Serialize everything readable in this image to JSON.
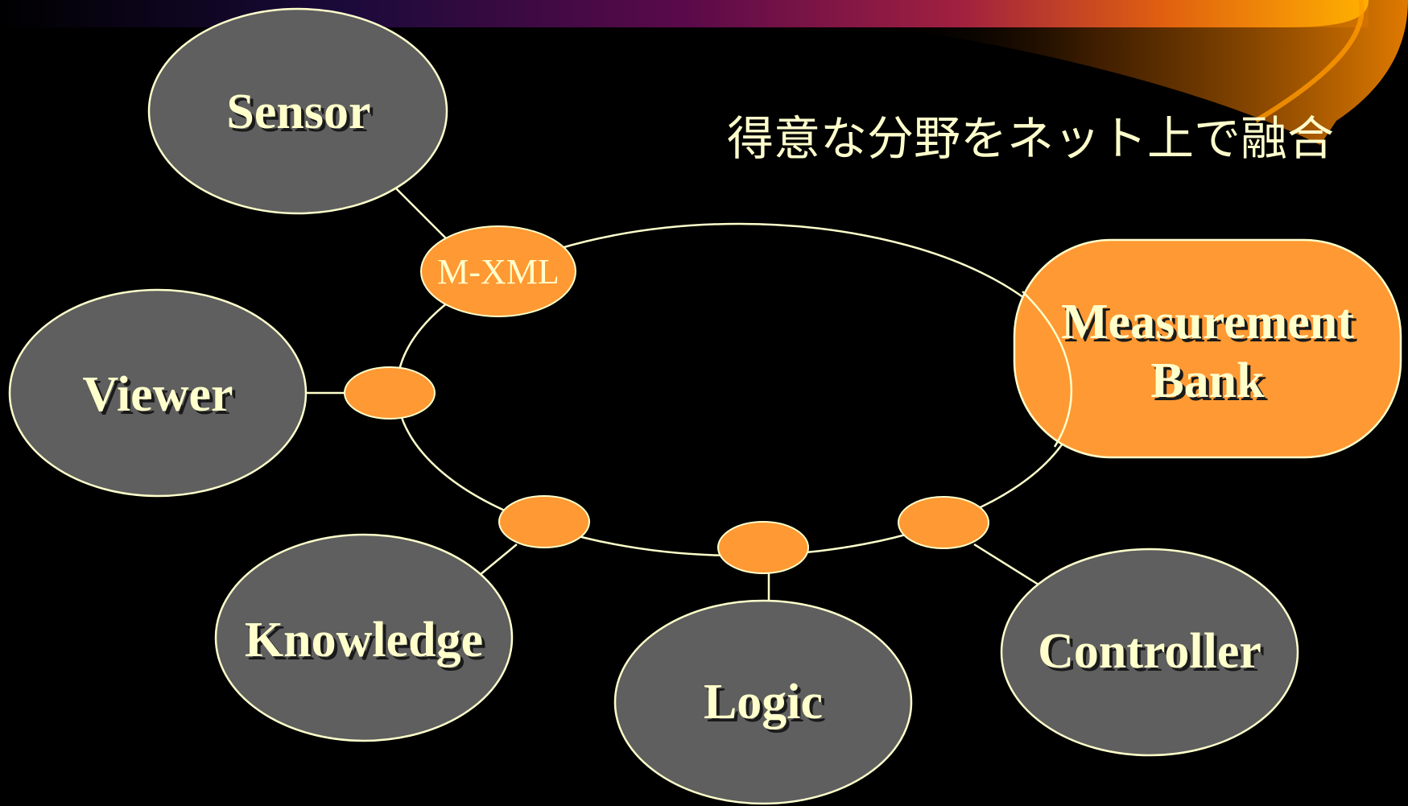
{
  "headline": "得意な分野をネット上で融合",
  "hub": {
    "label": "Measurement",
    "label2": "Bank"
  },
  "port_label": "M-XML",
  "nodes": {
    "sensor": "Sensor",
    "viewer": "Viewer",
    "knowledge": "Knowledge",
    "logic": "Logic",
    "controller": "Controller"
  },
  "colors": {
    "background": "#000000",
    "node_fill": "#5f5f5f",
    "node_stroke": "#ffffcc",
    "port_fill": "#ff9933",
    "hub_fill": "#ff9933",
    "text": "#ffffcc",
    "banner_start": "#000033",
    "banner_end": "#ffaa00"
  }
}
